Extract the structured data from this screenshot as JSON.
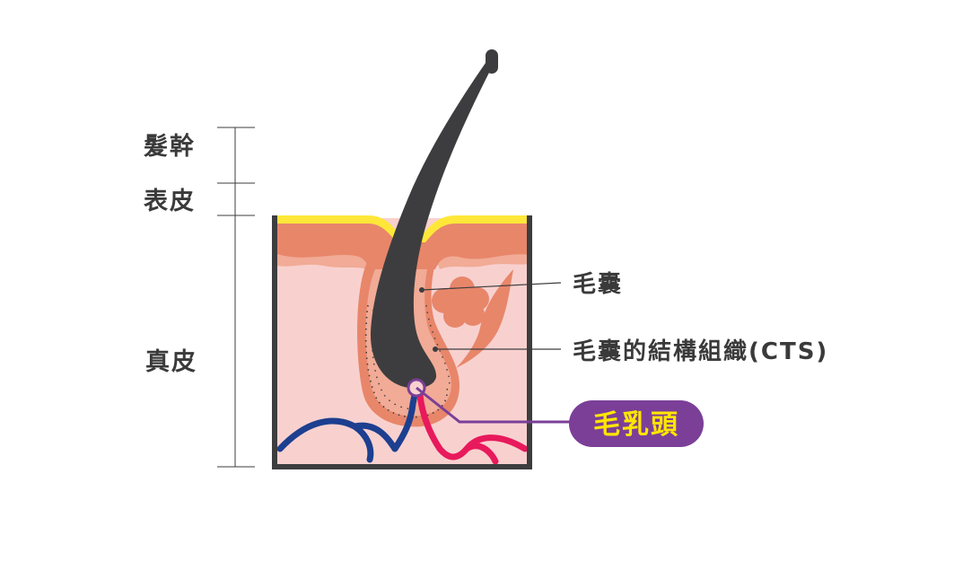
{
  "layers": {
    "hair_shaft": "髮幹",
    "epidermis": "表皮",
    "dermis": "真皮"
  },
  "callouts": {
    "follicle": "毛囊",
    "cts": "毛囊的結構組織(CTS)",
    "papilla": "毛乳頭"
  },
  "colors": {
    "highlight_bg": "#7b3f98",
    "highlight_text": "#ffe600",
    "epidermis_yellow": "#ffe73a",
    "skin_salmon": "#e8866a",
    "dermis_pink": "#f8d1cf",
    "hair": "#3d3d3f",
    "vein": "#1d3f8f",
    "artery": "#e8195c"
  }
}
